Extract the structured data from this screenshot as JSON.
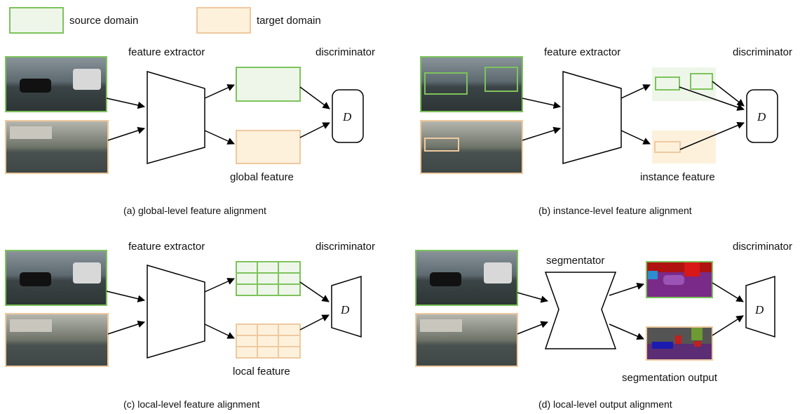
{
  "legend": {
    "source": "source domain",
    "target": "target domain"
  },
  "colors": {
    "source_border": "#7dc35b",
    "source_fill": "#eef6ea",
    "target_border": "#efc99f",
    "target_fill": "#fdf1dc",
    "sky": "#6f7c84",
    "road": "#3f4a4b"
  },
  "panels": {
    "a": {
      "extractor": "feature extractor",
      "discriminator": "discriminator",
      "d": "D",
      "feature": "global feature",
      "caption": "(a) global-level feature alignment"
    },
    "b": {
      "extractor": "feature extractor",
      "discriminator": "discriminator",
      "d": "D",
      "feature": "instance feature",
      "caption": "(b) instance-level feature alignment"
    },
    "c": {
      "extractor": "feature extractor",
      "discriminator": "discriminator",
      "d": "D",
      "feature": "local feature",
      "caption": "(c) local-level feature alignment"
    },
    "d": {
      "extractor": "segmentator",
      "discriminator": "discriminator",
      "d": "D",
      "feature": "segmentation output",
      "caption": "(d) local-level output alignment"
    }
  }
}
